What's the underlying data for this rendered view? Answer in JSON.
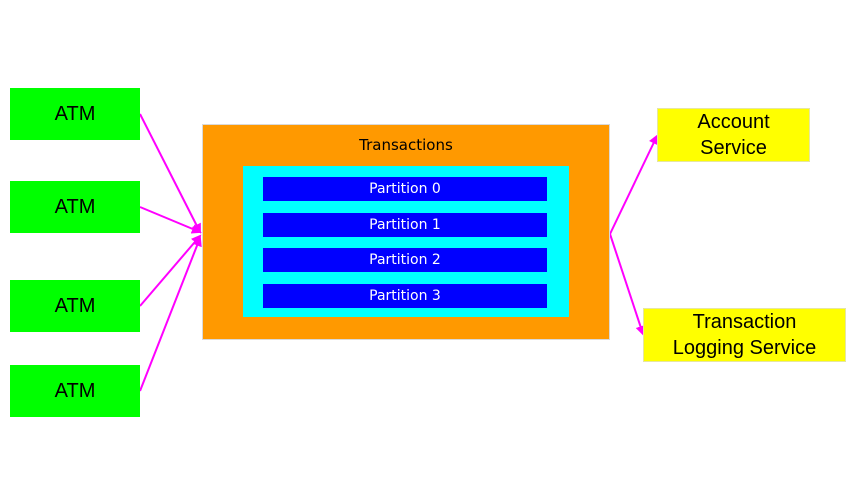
{
  "producers": [
    {
      "label": "ATM"
    },
    {
      "label": "ATM"
    },
    {
      "label": "ATM"
    },
    {
      "label": "ATM"
    }
  ],
  "topic": {
    "title": "Transactions",
    "partitions": [
      {
        "label": "Partition 0"
      },
      {
        "label": "Partition 1"
      },
      {
        "label": "Partition 2"
      },
      {
        "label": "Partition 3"
      }
    ]
  },
  "consumers": {
    "account": {
      "line1": "Account",
      "line2": "Service"
    },
    "logging": {
      "line1": "Transaction",
      "line2": "Logging Service"
    }
  },
  "colors": {
    "producer": "#00ff00",
    "topic": "#ff9900",
    "partition_area": "#00ffff",
    "partition": "#0000ff",
    "consumer": "#ffff00",
    "arrow": "#ff00ff"
  }
}
